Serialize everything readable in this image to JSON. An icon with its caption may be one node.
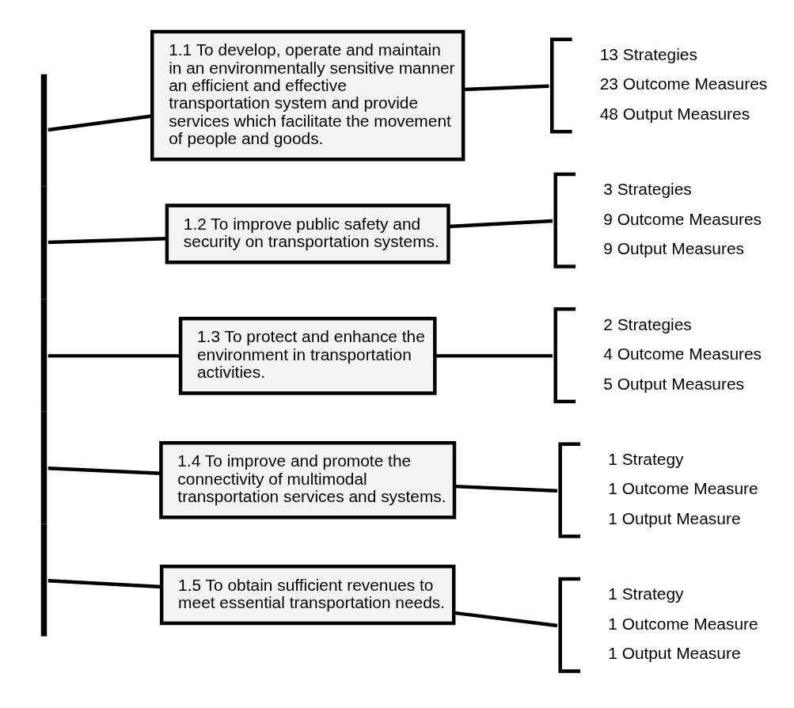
{
  "diagram": {
    "nodes": [
      {
        "text": [],
        "shape": "bar"
      },
      {
        "text": [
          "1.1 To develop, operate and maintain in an environmentally sensitive manner an efficient and effective transportation system and provide services which facilitate the movement of people and goods."
        ]
      },
      {
        "text": [
          "13 Strategies",
          "23 Outcome Measures",
          "48 Output Measures"
        ]
      },
      {
        "text": [
          "1.2 To improve public safety and security on transportation systems."
        ]
      },
      {
        "text": [
          "3 Strategies",
          "9 Outcome Measures",
          "9 Output Measures"
        ]
      },
      {
        "text": [
          "1.3 To protect and enhance the environment in transportation activities."
        ]
      },
      {
        "text": [
          "2 Strategies",
          "4 Outcome Measures",
          "5 Output Measures"
        ]
      },
      {
        "text": [
          "1.4 To improve and promote the connectivity of multimodal transportation services and systems."
        ]
      },
      {
        "text": [
          "1 Strategy",
          "1 Outcome Measure",
          "1 Output Measure"
        ]
      },
      {
        "text": [
          "1.5 To obtain sufficient revenues to meet essential transportation needs."
        ]
      },
      {
        "text": [
          "1 Strategy",
          "1 Outcome Measure",
          "1 Output Measure"
        ]
      }
    ],
    "edges": [
      {
        "from": 0,
        "to": 1,
        "arrow": "none"
      },
      {
        "from": 1,
        "to": 2,
        "arrow": "none"
      },
      {
        "from": 0,
        "to": 3,
        "arrow": "none"
      },
      {
        "from": 3,
        "to": 4,
        "arrow": "none"
      },
      {
        "from": 0,
        "to": 5,
        "arrow": "none"
      },
      {
        "from": 5,
        "to": 6,
        "arrow": "none"
      },
      {
        "from": 0,
        "to": 7,
        "arrow": "none"
      },
      {
        "from": 7,
        "to": 8,
        "arrow": "none"
      },
      {
        "from": 0,
        "to": 9,
        "arrow": "none"
      },
      {
        "from": 9,
        "to": 10,
        "arrow": "none"
      }
    ]
  }
}
